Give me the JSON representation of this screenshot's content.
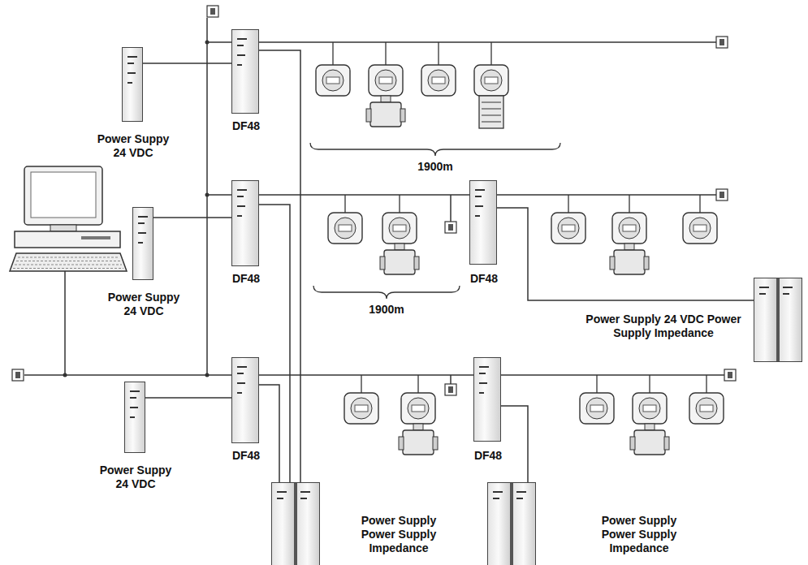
{
  "diagram": {
    "nodes": [
      {
        "text": [
          "Power Suppy 24 VDC"
        ]
      },
      {
        "text": [
          "DF48"
        ]
      },
      {
        "text": [
          "Power Suppy 24 VDC"
        ]
      },
      {
        "text": [
          "DF48"
        ]
      },
      {
        "text": [
          "DF48"
        ]
      },
      {
        "text": [
          "Power Supply 24 VDC Power Supply Impedance"
        ]
      },
      {
        "text": [
          "Power Suppy 24 VDC"
        ]
      },
      {
        "text": [
          "DF48"
        ]
      },
      {
        "text": [
          "DF48"
        ]
      },
      {
        "text": [
          "Power Supply Power Supply Impedance"
        ]
      },
      {
        "text": [
          "Power Supply Power Supply Impedance"
        ]
      }
    ],
    "edges": [
      {
        "from": 0,
        "to": 1,
        "arrow": "none"
      },
      {
        "from": 2,
        "to": 3,
        "arrow": "none"
      },
      {
        "from": 6,
        "to": 7,
        "arrow": "none"
      },
      {
        "from": 3,
        "to": 4,
        "arrow": "none"
      },
      {
        "from": 5,
        "to": 4,
        "arrow": "none"
      },
      {
        "from": 9,
        "to": 1,
        "arrow": "none"
      },
      {
        "from": 9,
        "to": 3,
        "arrow": "none"
      },
      {
        "from": 9,
        "to": 7,
        "arrow": "none"
      },
      {
        "from": 10,
        "to": 8,
        "arrow": "none"
      },
      {
        "from": 7,
        "to": 8,
        "arrow": "none"
      }
    ],
    "labels": [
      "1900m",
      "1900m"
    ]
  }
}
